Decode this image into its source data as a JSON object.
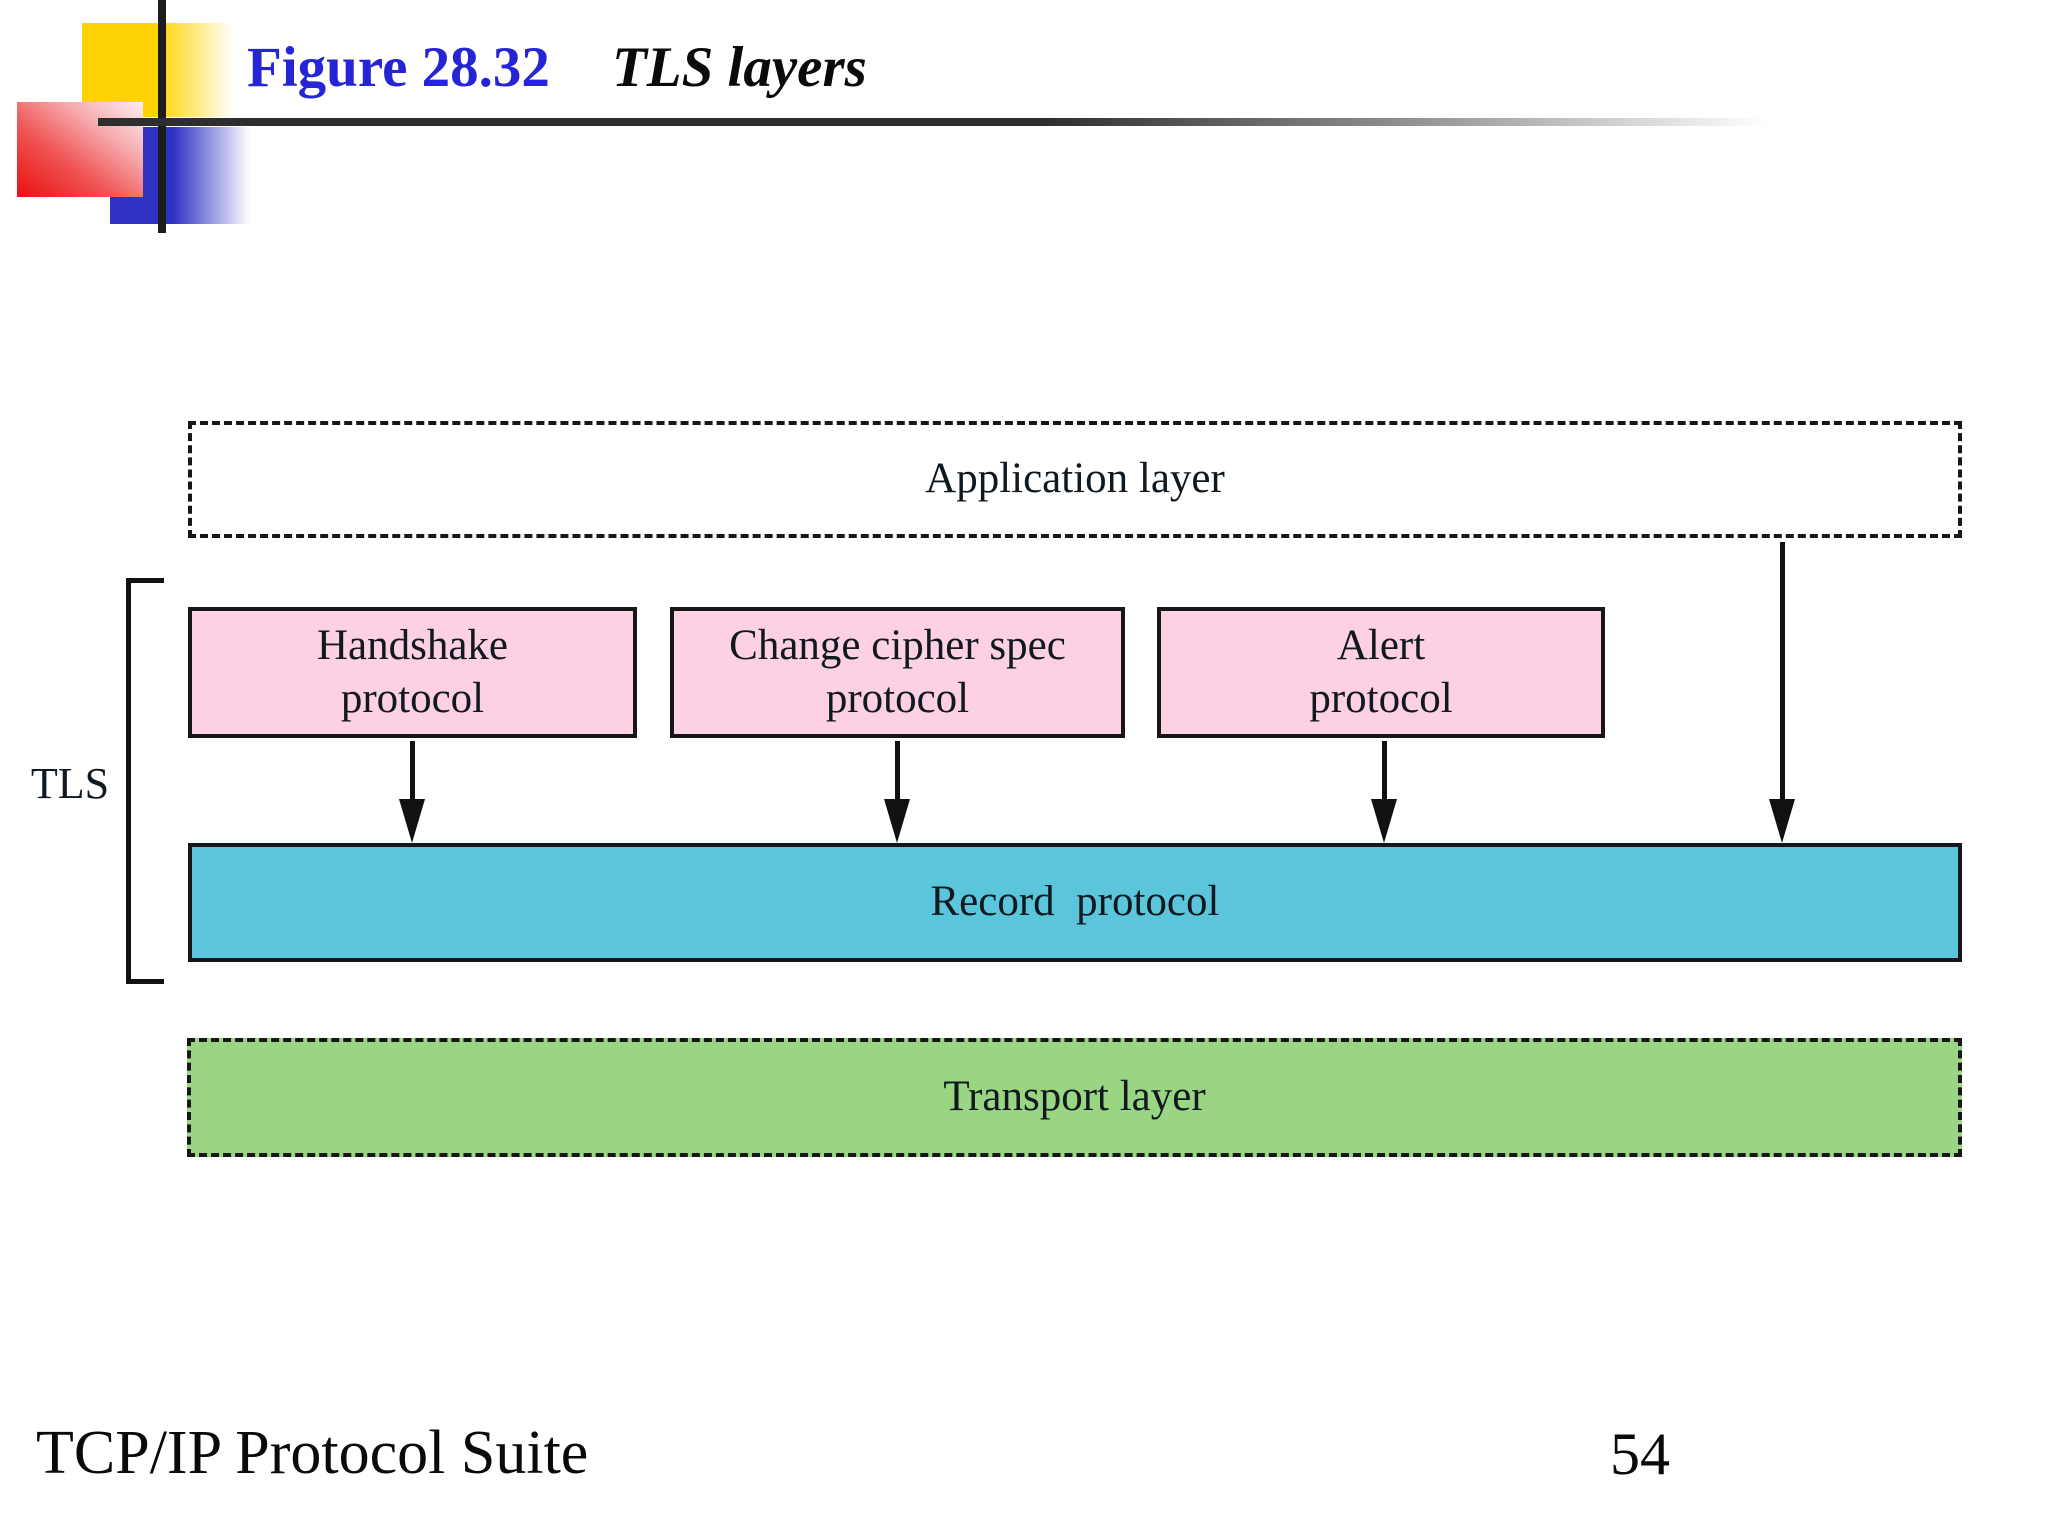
{
  "header": {
    "figure_label": "Figure 28.32",
    "figure_title": "TLS layers"
  },
  "diagram": {
    "application_layer": "Application layer",
    "tls_bracket_label": "TLS",
    "protocols": [
      {
        "label": "Handshake\nprotocol"
      },
      {
        "label": "Change cipher spec\nprotocol"
      },
      {
        "label": "Alert\nprotocol"
      }
    ],
    "record_layer": "Record  protocol",
    "transport_layer": "Transport layer"
  },
  "footer": {
    "book_title": "TCP/IP Protocol Suite",
    "page_number": "54"
  },
  "colors": {
    "figure_label_blue": "#2525d6",
    "protocol_box_pink": "#fdd0e4",
    "record_box_cyan": "#5bc6db",
    "transport_box_green": "#9ad584",
    "box_border_black": "#171717",
    "logo_yellow": "#ffd303",
    "logo_red": "#ea1010",
    "logo_blue": "#3032c4"
  }
}
